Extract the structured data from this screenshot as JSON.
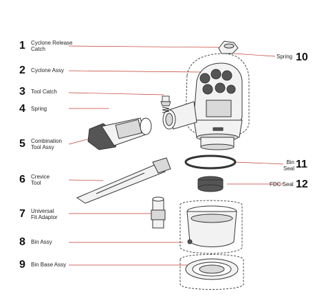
{
  "parts": [
    {
      "number": "1",
      "label_lines": [
        "Cyclone Release",
        "Catch"
      ]
    },
    {
      "number": "2",
      "label_lines": [
        "Cyclone Assy"
      ]
    },
    {
      "number": "3",
      "label_lines": [
        "Tool Catch"
      ]
    },
    {
      "number": "4",
      "label_lines": [
        "Spring"
      ]
    },
    {
      "number": "5",
      "label_lines": [
        "Combination",
        "Tool Assy"
      ]
    },
    {
      "number": "6",
      "label_lines": [
        "Crevice",
        "Tool"
      ]
    },
    {
      "number": "7",
      "label_lines": [
        "Universal",
        "Fit Adaptor"
      ]
    },
    {
      "number": "8",
      "label_lines": [
        "Bin Assy"
      ]
    },
    {
      "number": "9",
      "label_lines": [
        "Bin Base Assy"
      ]
    },
    {
      "number": "10",
      "label_lines": [
        "Spring"
      ]
    },
    {
      "number": "11",
      "label_lines": [
        "Bin",
        "Seal"
      ]
    },
    {
      "number": "12",
      "label_lines": [
        "FDC Seal"
      ]
    }
  ],
  "colors": {
    "line": "#333333",
    "leader": "#c0392b",
    "fill_light": "#f2f2f2",
    "fill_mid": "#d9d9d9",
    "fill_dark": "#555555"
  }
}
